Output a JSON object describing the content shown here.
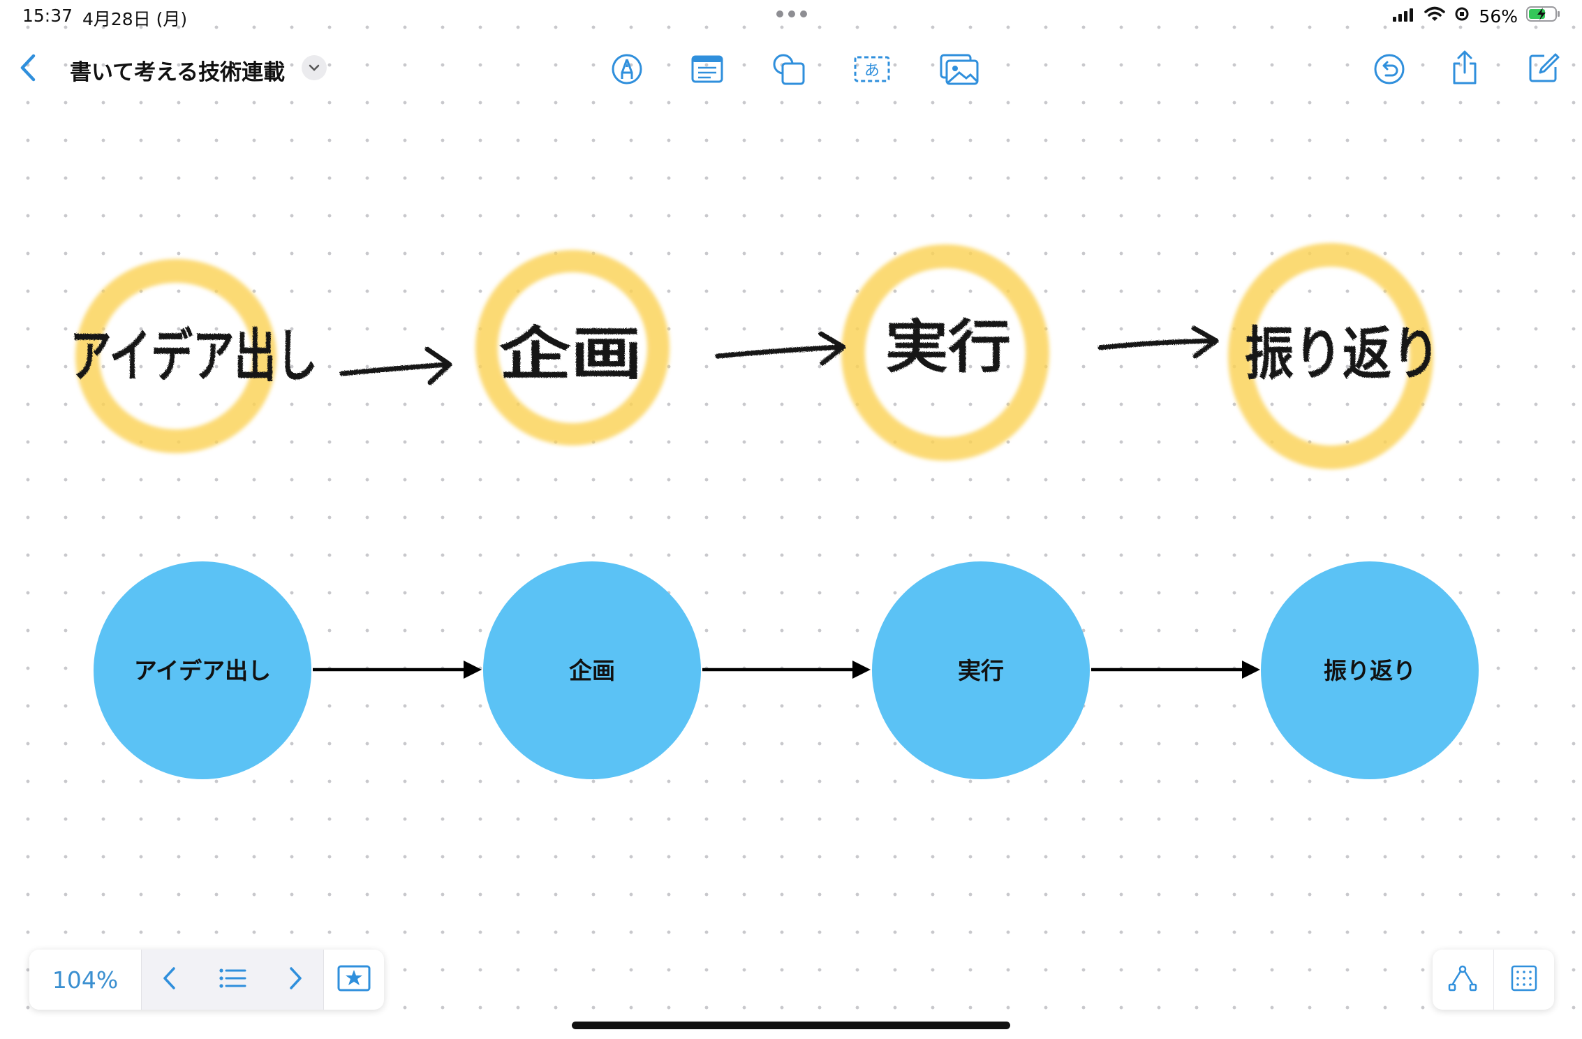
{
  "status_bar": {
    "time": "15:37",
    "date": "4月28日 (月)",
    "battery": "56%"
  },
  "toolbar": {
    "board_title": "書いて考える技術連載",
    "icons": [
      "back-chevron-icon",
      "title-menu-chevron-icon",
      "pen-icon",
      "sticky-note-icon",
      "shapes-icon",
      "text-box-icon",
      "photo-icon",
      "undo-icon",
      "share-icon",
      "compose-icon"
    ]
  },
  "handwritten": {
    "items": [
      "アイデア出し",
      "企画",
      "実行",
      "振り返り"
    ],
    "highlight_color": "#fbd257"
  },
  "diagram": {
    "nodes": [
      "アイデア出し",
      "企画",
      "実行",
      "振り返り"
    ],
    "node_color": "#5bc2f5",
    "arrow_color": "#000000"
  },
  "bottom_bar": {
    "zoom": "104%",
    "icons": [
      "previous-scene-icon",
      "scene-list-icon",
      "next-scene-icon",
      "scene-star-icon",
      "connector-icon",
      "grid-icon"
    ]
  },
  "colors": {
    "accent": "#2f8fdc"
  }
}
